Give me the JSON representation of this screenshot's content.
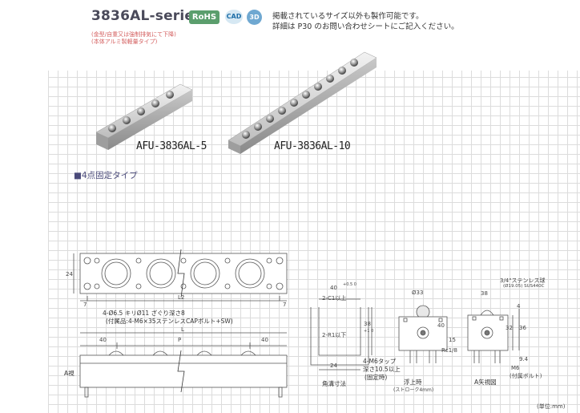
{
  "header": {
    "series_title": "3836AL-series",
    "badges": {
      "rohs": "RoHS",
      "cad": "CAD",
      "three_d": "3D"
    },
    "notice_line1": "掲載されているサイズ以外も製作可能です。",
    "notice_line2": "詳細は P30 のお問い合わせシートにご記入ください。",
    "sub_line1": "(金型/自重又は強制排気にて下降)",
    "sub_line2": "(本体アルミ製軽量タイプ)"
  },
  "photos": {
    "label_5": "AFU-3836AL-5",
    "label_10": "AFU-3836AL-10"
  },
  "section_title": "■4点固定タイプ",
  "drawing": {
    "dim_24": "24",
    "dim_7a": "7",
    "dim_7b": "7",
    "dim_L2": "L2",
    "dim_L": "L",
    "dim_40a": "40",
    "dim_40b": "40",
    "dim_P": "P",
    "hole_note": "4-Ø6.5 キリØ11 ざぐり深さ8",
    "accessory_note": "(付属品:4-M6×35ステンレスCAPボルト+SW)",
    "view_a": "A視",
    "groove_width": "40",
    "groove_tol": "+0.5 0",
    "groove_c": "2-C1以上",
    "groove_r": "2-R1以下",
    "groove_depth": "38",
    "groove_depth_tol": "+1 0",
    "groove_caption": "角溝寸法",
    "tap_note": "4-M6タップ",
    "tap_depth": "深さ10.5以上",
    "tap_fix": "(固定時)",
    "dia33": "Ø33",
    "dim_40c": "40",
    "dim_15": "15",
    "rc18": "Rc1/8",
    "float_caption": "浮上時",
    "float_stroke": "(ストローク4mm)",
    "ball_note": "3/4\"ステンレス球",
    "ball_note2": "(Ø19.05) SUS440C",
    "dim_38": "38",
    "dim_4": "4",
    "dim_32": "32",
    "dim_36": "36",
    "dim_94": "9.4",
    "m6": "M6",
    "m6_note": "(付属ボルト)",
    "a_view_caption": "A矢視図",
    "unit": "(単位:mm)"
  }
}
